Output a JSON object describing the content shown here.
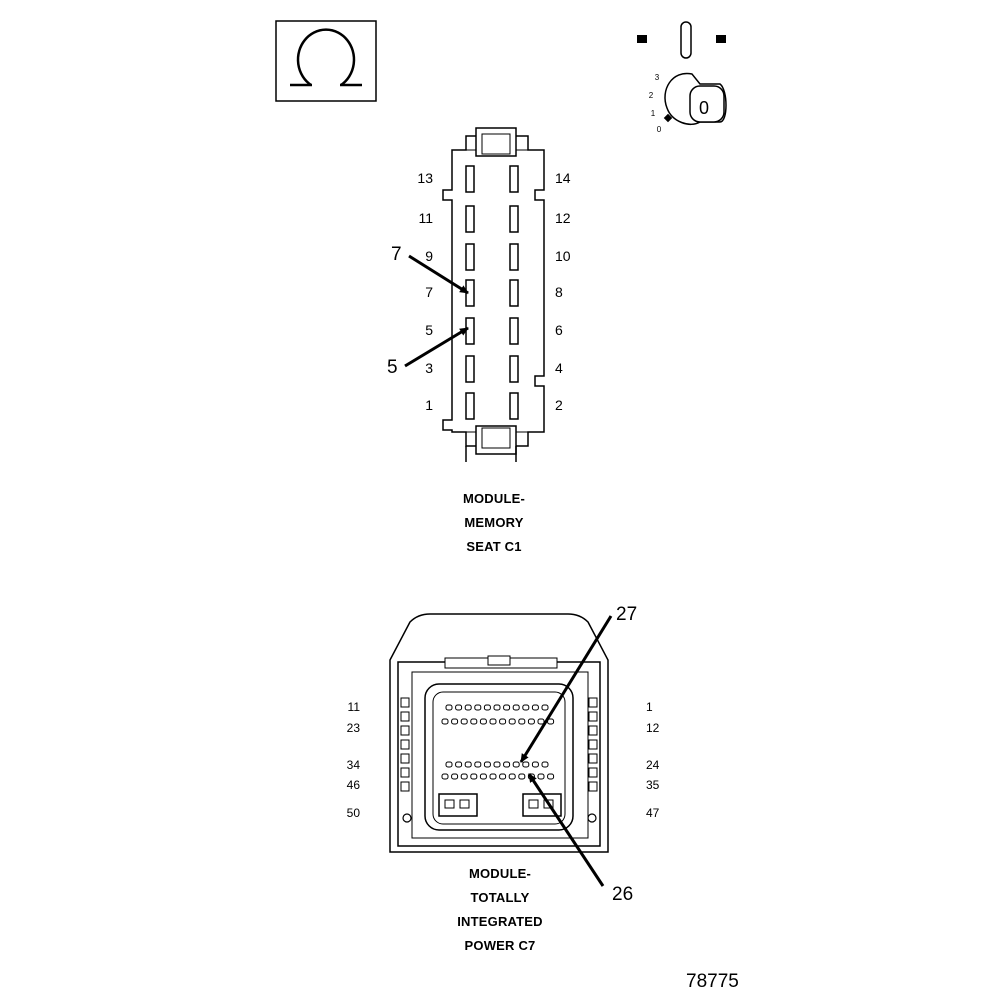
{
  "icons": {
    "ohms": "omega-resistance-icon",
    "ignition_switch": "ignition-key-icon",
    "ignition_positions": [
      "3",
      "2",
      "1",
      "0"
    ],
    "key_label": "0"
  },
  "connector_c1": {
    "pin_labels_left": [
      "13",
      "11",
      "9",
      "7",
      "5",
      "3",
      "1"
    ],
    "pin_labels_right": [
      "14",
      "12",
      "10",
      "8",
      "6",
      "4",
      "2"
    ],
    "callouts": [
      "7",
      "5"
    ],
    "caption_lines": [
      "MODULE-",
      "MEMORY",
      "SEAT C1"
    ]
  },
  "connector_c7": {
    "pin_labels_left": [
      "11",
      "23",
      "34",
      "46",
      "50"
    ],
    "pin_labels_right": [
      "1",
      "12",
      "24",
      "35",
      "47"
    ],
    "callouts": [
      "27",
      "26"
    ],
    "caption_lines": [
      "MODULE-",
      "TOTALLY",
      "INTEGRATED",
      "POWER C7"
    ]
  },
  "figure_number": "78775"
}
